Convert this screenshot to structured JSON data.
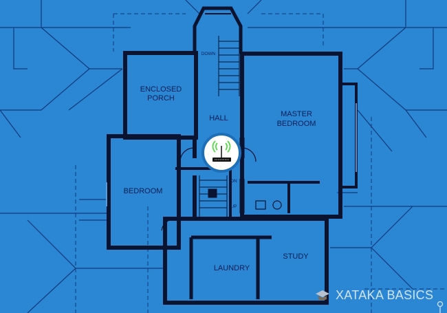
{
  "rooms": {
    "enclosed_porch": [
      "ENCLOSED",
      "PORCH"
    ],
    "hall": "HALL",
    "master_bedroom": [
      "MASTER",
      "BEDROOM"
    ],
    "bedroom": "BEDROOM",
    "laundry": "LAUNDRY",
    "study": "STUDY"
  },
  "stairs": {
    "down": "DOWN",
    "dn": "DN",
    "up": "UP"
  },
  "router_icon": "wifi-router-icon",
  "watermark": {
    "text": "XATAKA BASICS",
    "icon": "graduation-cap-icon"
  },
  "colors": {
    "background": "#2b86d4",
    "walls": "#0a1330",
    "signal": "#3ddc2e"
  }
}
